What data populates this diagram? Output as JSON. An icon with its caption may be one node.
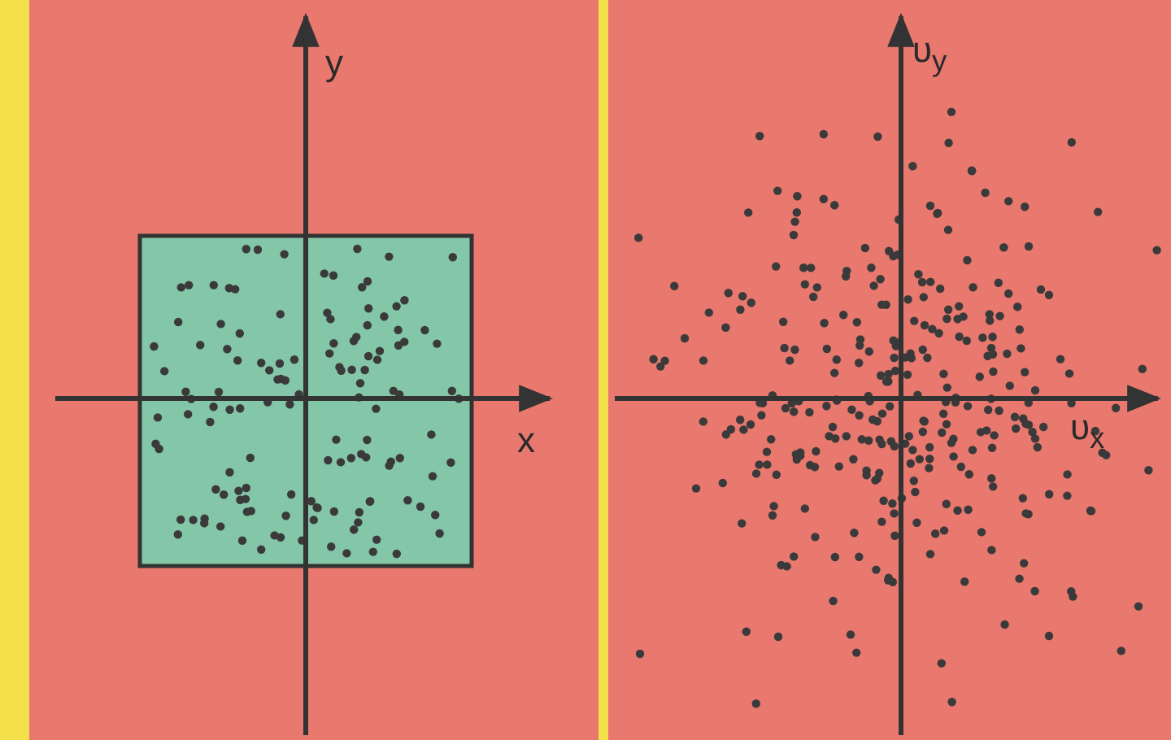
{
  "diagram": {
    "labels": [
      "y",
      "x",
      "υ$_{y}$",
      "υ$_{x}$"
    ]
  }
}
